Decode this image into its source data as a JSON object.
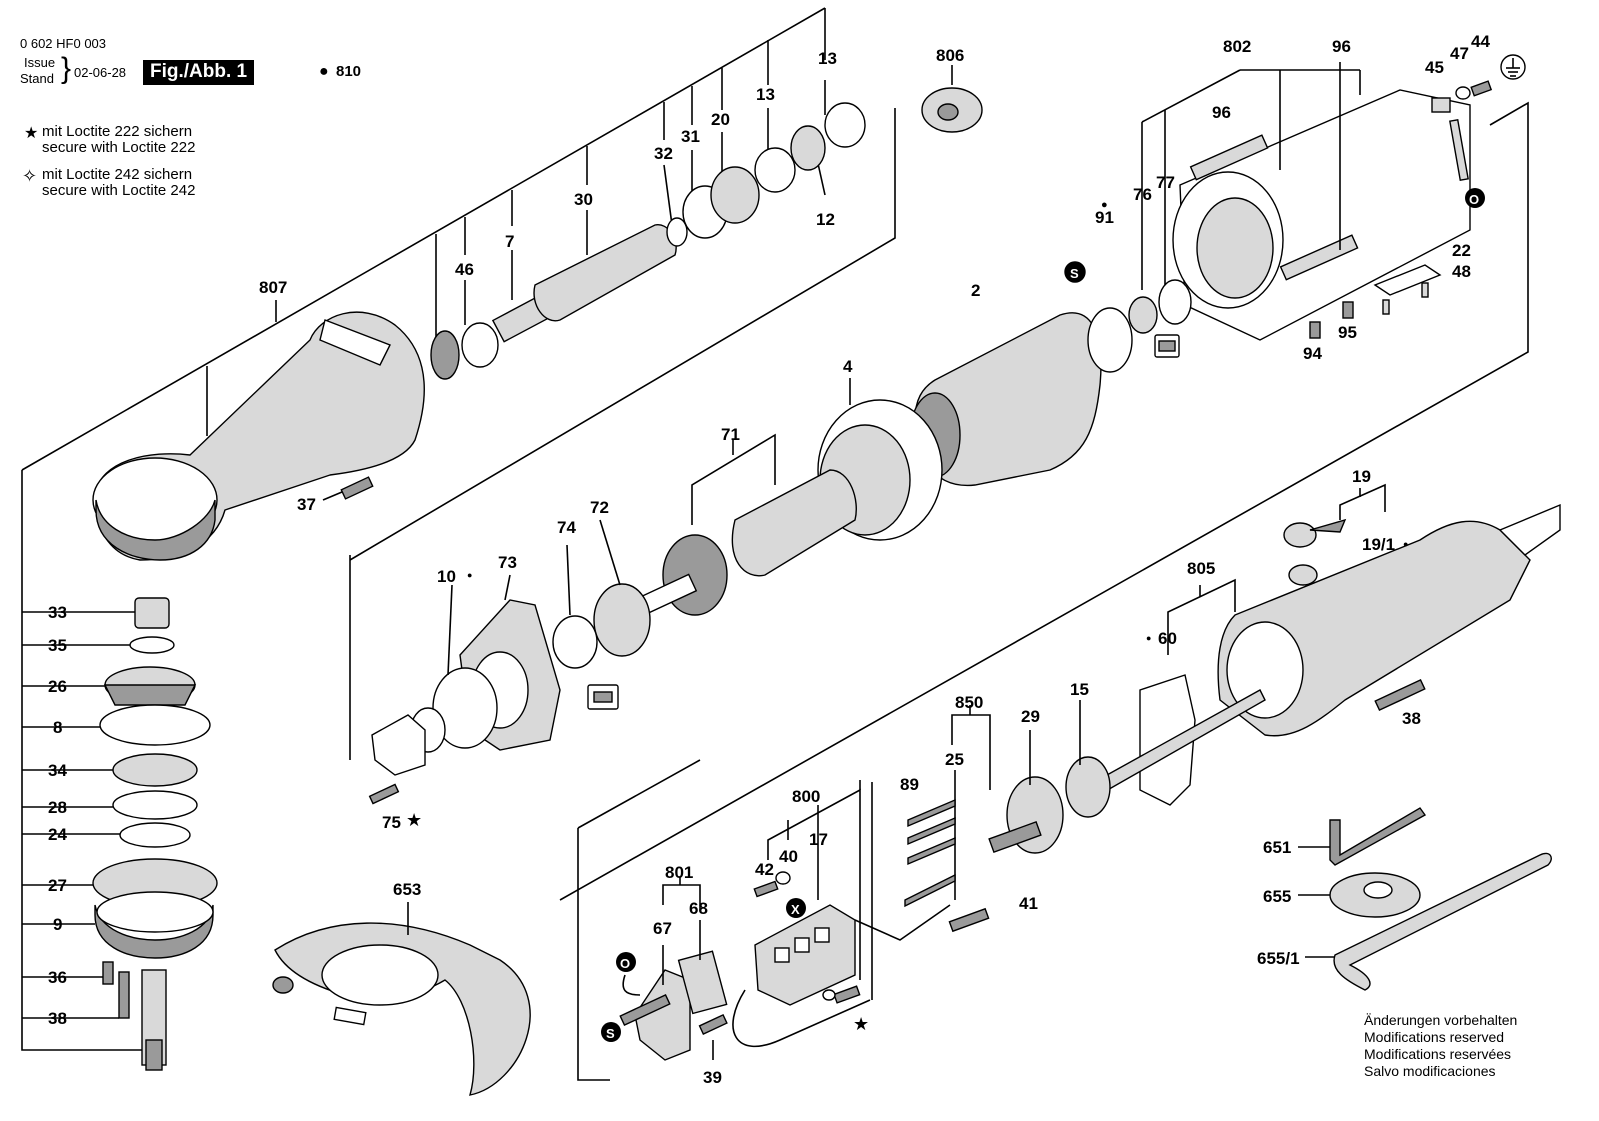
{
  "header": {
    "doc_number": "0 602 HF0 003",
    "issue_label": "Issue",
    "stand_label": "Stand",
    "date": "02-06-28",
    "figure_badge": "Fig./Abb. 1",
    "ref_810": "810"
  },
  "notes": {
    "loctite_222_de": "mit Loctite 222 sichern",
    "loctite_222_en": "secure with Loctite 222",
    "loctite_242_de": "mit Loctite 242 sichern",
    "loctite_242_en": "secure with Loctite 242"
  },
  "footer": {
    "line_de": "Änderungen vorbehalten",
    "line_en": "Modifications reserved",
    "line_fr": "Modifications reservées",
    "line_es": "Salvo modificaciones"
  },
  "part_labels": {
    "p13a": "13",
    "p13b": "13",
    "p20": "20",
    "p31": "31",
    "p32": "32",
    "p30": "30",
    "p12": "12",
    "p7": "7",
    "p46": "46",
    "p807": "807",
    "p37": "37",
    "p806": "806",
    "p802": "802",
    "p96a": "96",
    "p96b": "96",
    "p45": "45",
    "p47": "47",
    "p44": "44",
    "p91": "91",
    "p76": "76",
    "p77": "77",
    "p22": "22",
    "p48": "48",
    "p94": "94",
    "p95": "95",
    "p2": "2",
    "p4": "4",
    "p71": "71",
    "p74": "74",
    "p72": "72",
    "p10": "10",
    "p73": "73",
    "p75": "75",
    "p19": "19",
    "p19_1": "19/1",
    "p805": "805",
    "p60": "60",
    "p38b": "38",
    "p850": "850",
    "p25": "25",
    "p29": "29",
    "p15": "15",
    "p89": "89",
    "p800": "800",
    "p42": "42",
    "p40": "40",
    "p17": "17",
    "p41": "41",
    "p801": "801",
    "p67": "67",
    "p68": "68",
    "p39": "39",
    "p653": "653",
    "p651": "651",
    "p655": "655",
    "p655_1": "655/1",
    "p33": "33",
    "p35": "35",
    "p26": "26",
    "p8": "8",
    "p34": "34",
    "p28": "28",
    "p24": "24",
    "p27": "27",
    "p9": "9",
    "p36": "36",
    "p38a": "38"
  }
}
